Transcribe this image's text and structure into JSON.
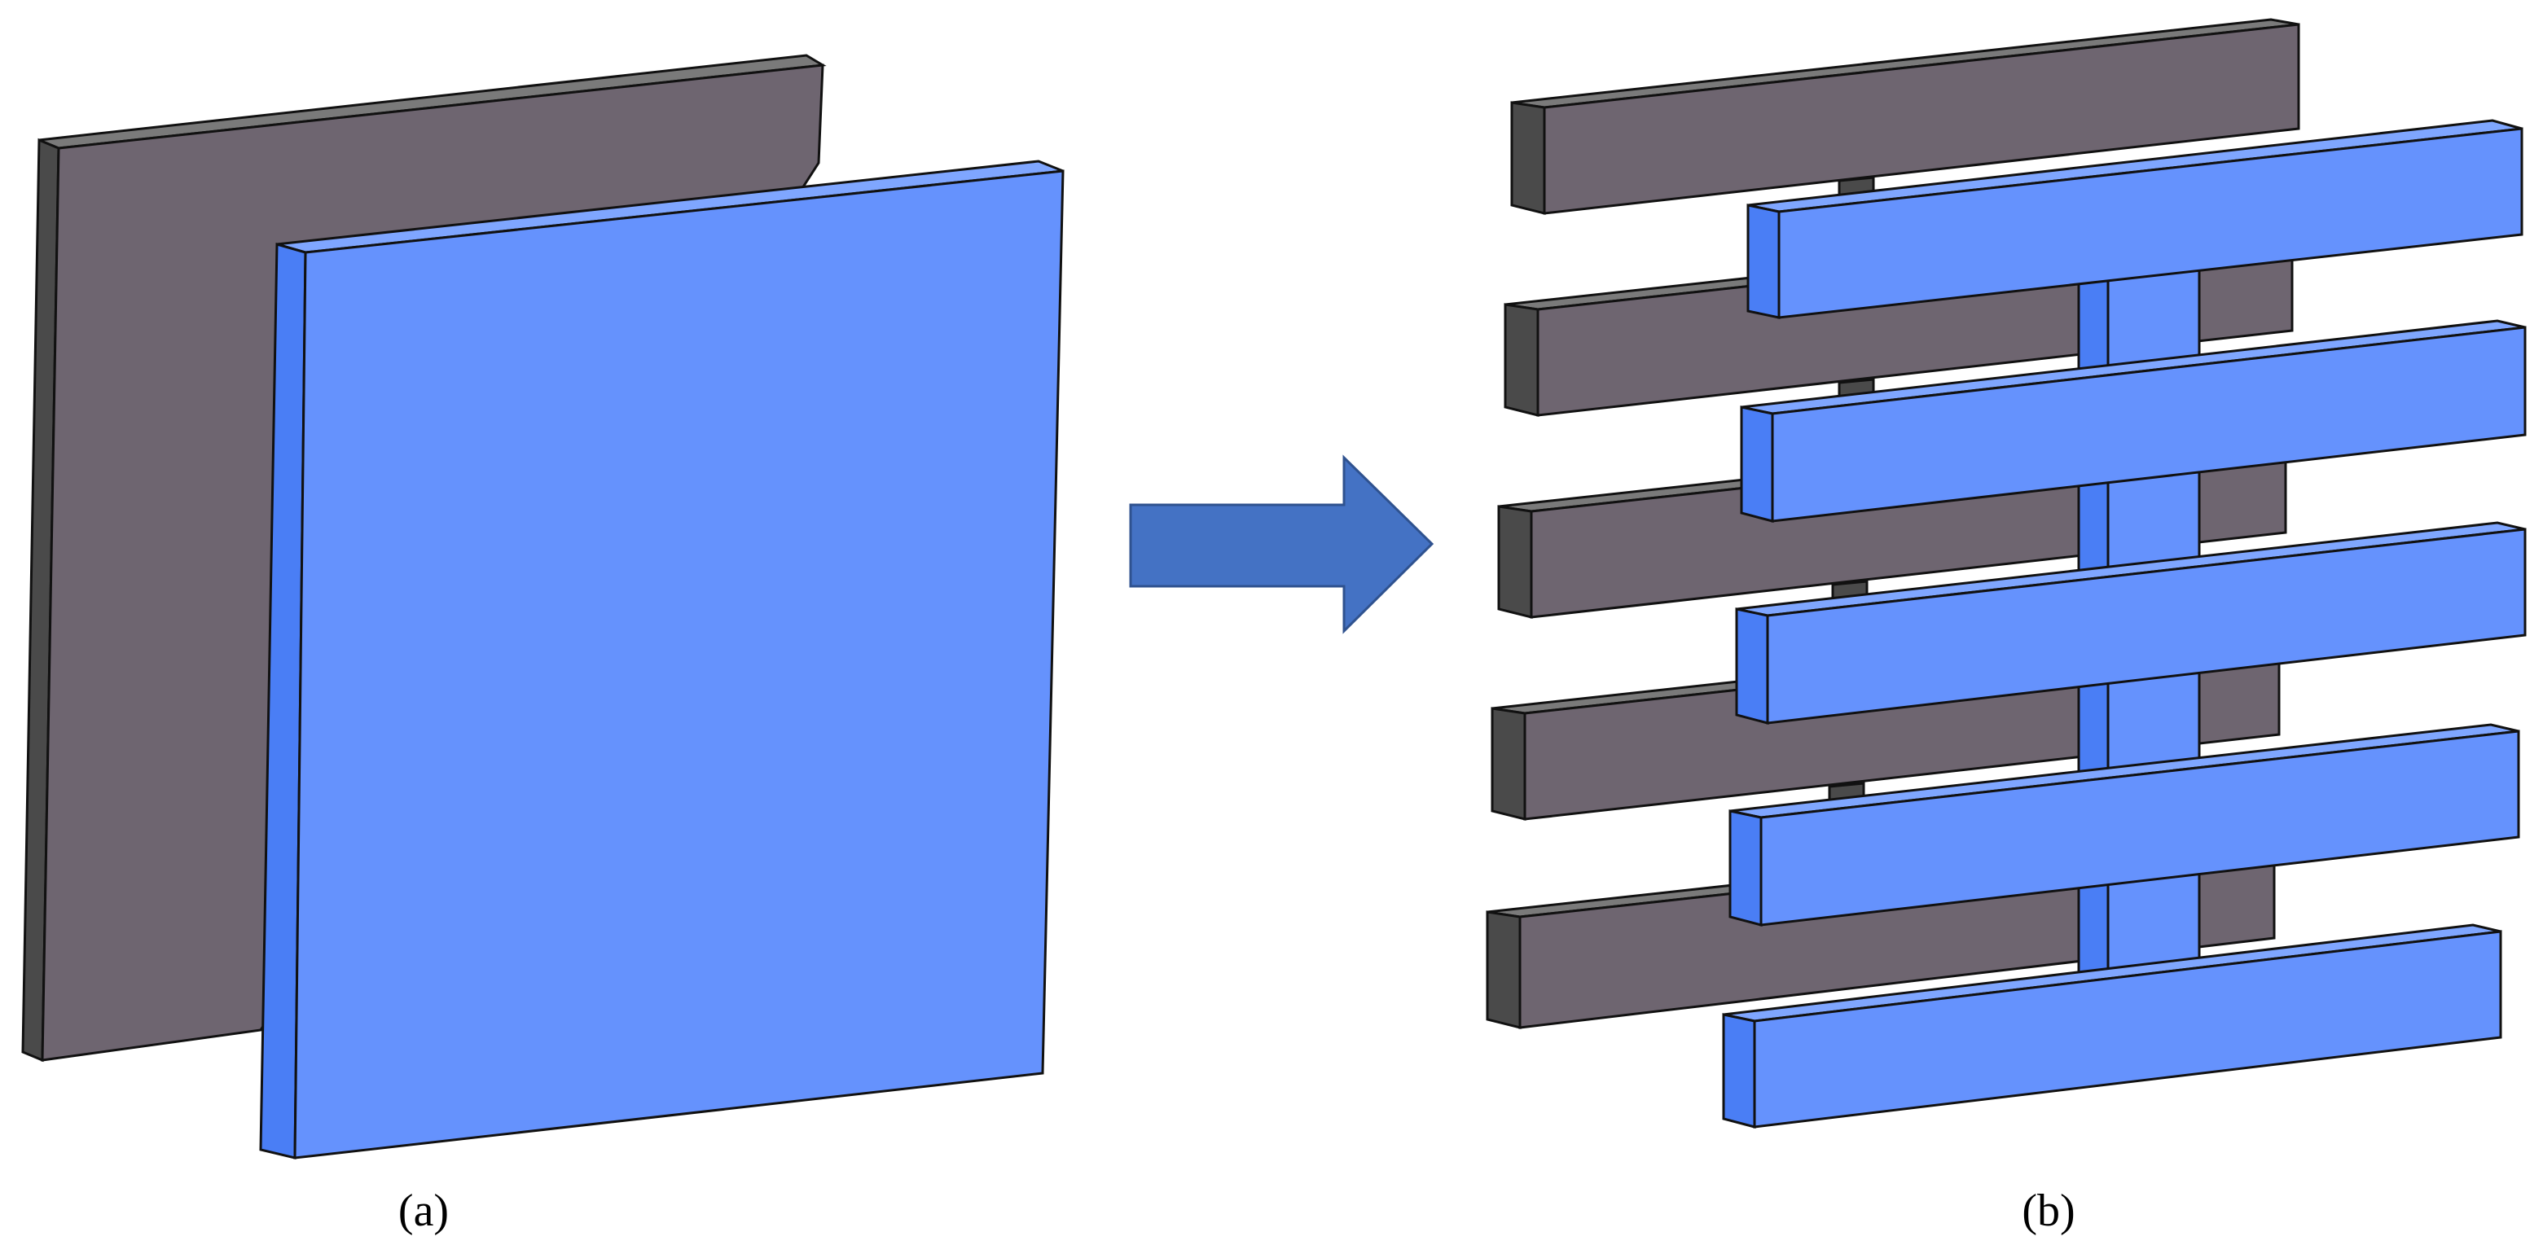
{
  "figure": {
    "panels": [
      {
        "id": "a",
        "caption": "(a)"
      },
      {
        "id": "b",
        "caption": "(b)"
      }
    ]
  },
  "colors": {
    "background": "#ffffff",
    "dark_face": "#6e6570",
    "dark_edge": "#4a4a4a",
    "blue_face": "#6592fd",
    "blue_edge": "#4a7ef5",
    "arrow_fill": "#4472c4",
    "arrow_stroke": "#2f528f",
    "outline": "#111111"
  },
  "icons": {
    "arrow": "right-arrow-icon"
  }
}
